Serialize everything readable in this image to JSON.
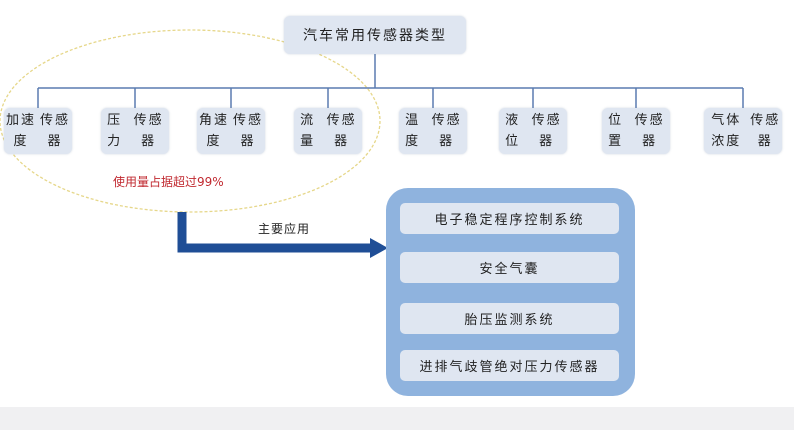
{
  "title": "汽车常用传感器类型",
  "sensors": [
    {
      "line1": "加速度",
      "line2": "传感器"
    },
    {
      "line1": "压力",
      "line2": "传感器"
    },
    {
      "line1": "角速度",
      "line2": "传感器"
    },
    {
      "line1": "流量",
      "line2": "传感器"
    },
    {
      "line1": "温度",
      "line2": "传感器"
    },
    {
      "line1": "液位",
      "line2": "传感器"
    },
    {
      "line1": "位置",
      "line2": "传感器"
    },
    {
      "line1": "气体浓度",
      "line2": "传感器"
    }
  ],
  "usage_note": "使用量占据超过99%",
  "arrow_label": "主要应用",
  "applications": [
    "电子稳定程序控制系统",
    "安全气囊",
    "胎压监测系统",
    "进排气歧管绝对压力传感器"
  ],
  "colors": {
    "box_fill": "#dfe6f1",
    "connector": "#5a7bb0",
    "arrow": "#1f4e96",
    "panel": "#8fb3de",
    "ellipse": "#e6d78a",
    "note_text": "#c0282f"
  }
}
